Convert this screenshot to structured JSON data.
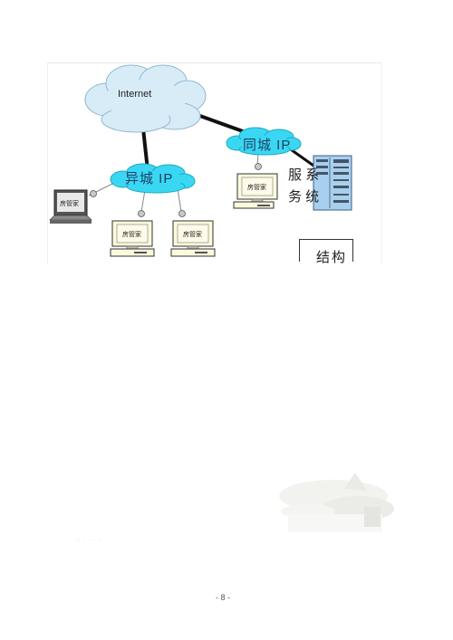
{
  "diagram": {
    "cloud_internet_label": "Internet",
    "cloud_remote_label": "异城 IP",
    "cloud_local_label": "同城 IP",
    "service_text_line1": "服 系",
    "service_text_line2": "务 统",
    "structure_label": "结构",
    "terminal_label": "房管家",
    "colors": {
      "cloud_fill": "#d8ecf7",
      "cloud_cyan_fill": "#3ad7f2",
      "link_line": "#111111",
      "server_fill": "#a9cfee",
      "monitor_fill": "#fbfadc"
    }
  },
  "footer": {
    "page_number": "- 8 -",
    "faint_caption": "· ·. · ··· · ·"
  }
}
